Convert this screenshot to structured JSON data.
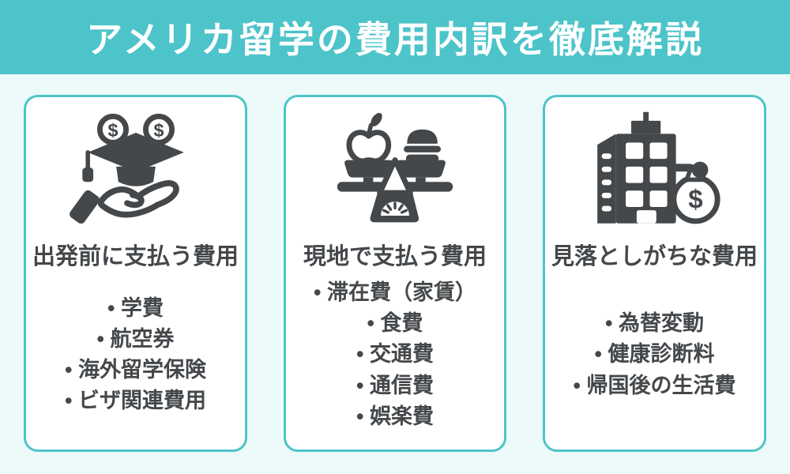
{
  "header": {
    "title": "アメリカ留学の費用内訳を徹底解説"
  },
  "bullet": "•",
  "currency_symbol": "$",
  "colors": {
    "accent": "#4dc4c9",
    "background": "#ecfafa",
    "card_bg": "#ffffff",
    "text": "#45484b",
    "header_text": "#ffffff"
  },
  "cards": [
    {
      "id": "pre-departure",
      "icon": "graduation-cap-coins-in-hand-icon",
      "title": "出発前に支払う費用",
      "items": [
        "学費",
        "航空券",
        "海外留学保険",
        "ビザ関連費用"
      ]
    },
    {
      "id": "local",
      "icon": "food-balance-scale-icon",
      "title": "現地で支払う費用",
      "items": [
        "滞在費（家賃）",
        "食費",
        "交通費",
        "通信費",
        "娯楽費"
      ]
    },
    {
      "id": "overlooked",
      "icon": "building-money-bag-icon",
      "title": "見落としがちな費用",
      "items": [
        "為替変動",
        "健康診断料",
        "帰国後の生活費"
      ]
    }
  ]
}
